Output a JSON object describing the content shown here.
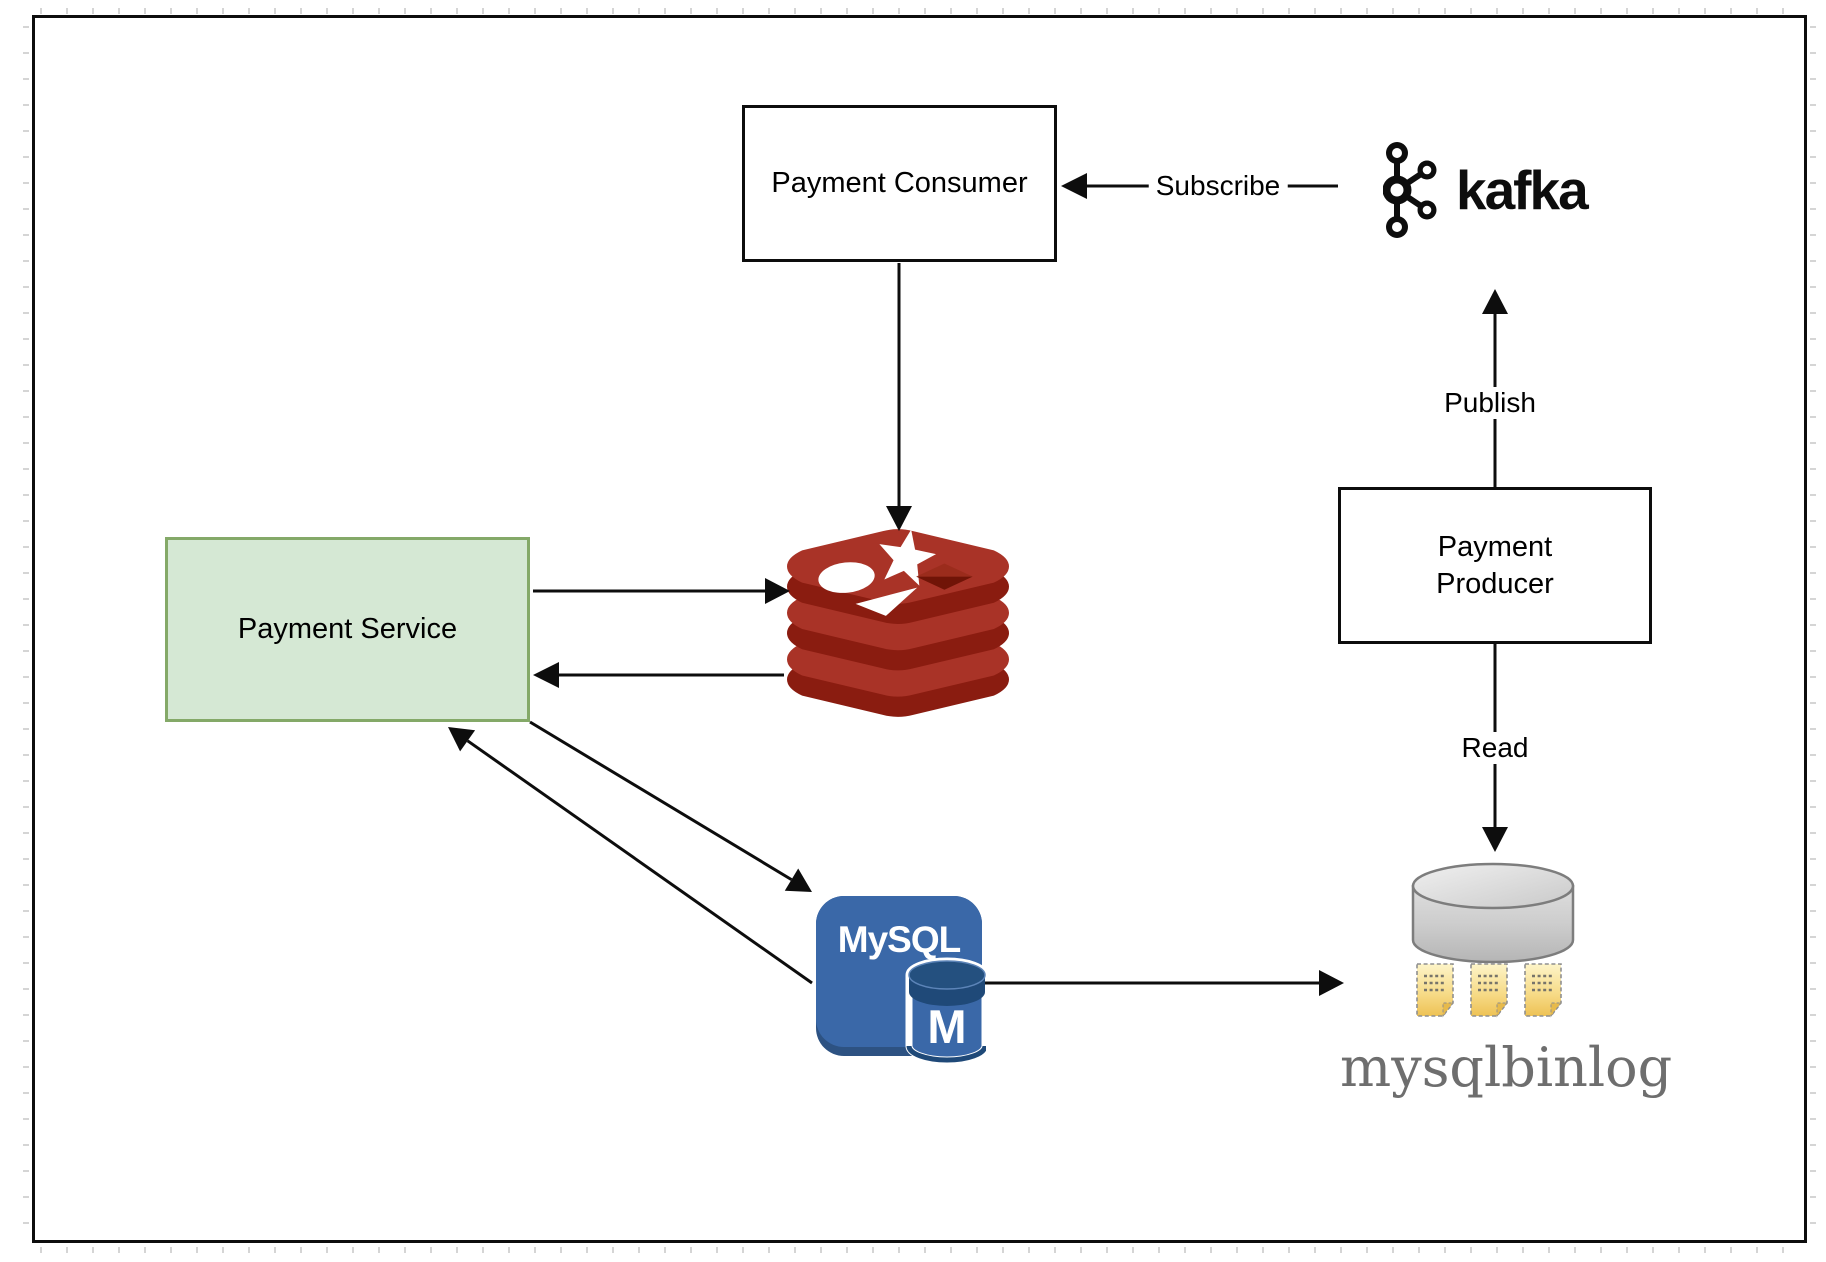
{
  "nodes": {
    "payment_consumer": {
      "label": "Payment Consumer"
    },
    "payment_service": {
      "label": "Payment Service"
    },
    "payment_producer": {
      "line1": "Payment",
      "line2": "Producer"
    },
    "kafka": {
      "wordmark": "kafka"
    },
    "redis": {
      "icon": "redis-stack-logo"
    },
    "mysql": {
      "logo_text": "MySQL",
      "cylinder_letter": "M"
    },
    "mysqlbinlog": {
      "label": "mysqlbinlog"
    }
  },
  "edges": {
    "subscribe": {
      "label": "Subscribe",
      "from": "kafka",
      "to": "payment_consumer"
    },
    "publish": {
      "label": "Publish",
      "from": "payment_producer",
      "to": "kafka"
    },
    "read": {
      "label": "Read",
      "from": "payment_producer",
      "to": "mysqlbinlog"
    },
    "unlabeled": [
      {
        "from": "payment_consumer",
        "to": "redis"
      },
      {
        "from": "payment_service",
        "to": "redis"
      },
      {
        "from": "redis",
        "to": "payment_service"
      },
      {
        "from": "payment_service",
        "to": "mysql"
      },
      {
        "from": "mysql",
        "to": "payment_service"
      },
      {
        "from": "mysql",
        "to": "mysqlbinlog"
      }
    ]
  },
  "colors": {
    "service_fill": "#d5e8d4",
    "service_border": "#84a968",
    "redis_red": "#a93327",
    "redis_dark_red": "#8a1c10",
    "mysql_blue": "#3a68a8",
    "mysql_navy": "#1f4978",
    "binlog_text_gray": "#6e6e6e",
    "doc_yellow": "#f3d37a",
    "arrow_black": "#0d0d0d"
  }
}
